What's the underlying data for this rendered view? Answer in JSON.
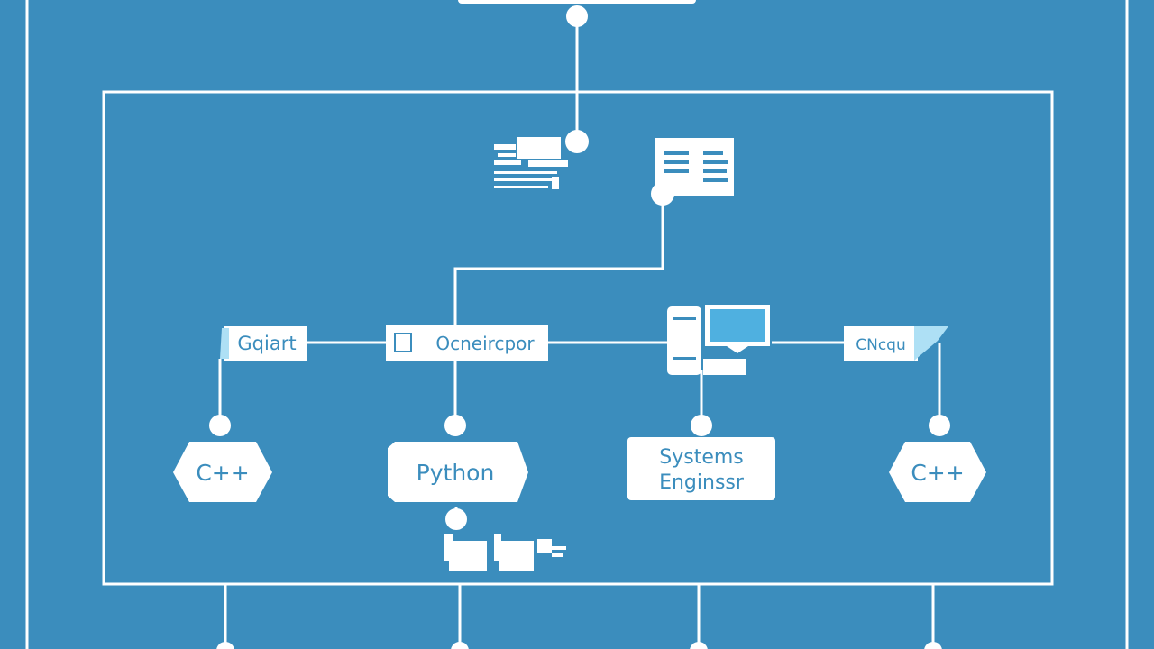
{
  "colors": {
    "background": "#3b8dbd",
    "line": "#ffffff",
    "box_fill": "#ffffff",
    "box_text": "#3b8dbd",
    "screen_fill": "#4fb0e0"
  },
  "labels": {
    "label_left": "Gqiart",
    "label_center": "Ocneircpor",
    "label_right": "CNcqu"
  },
  "nodes": {
    "cpp_left": "C++",
    "python": "Python",
    "systems_line1": "Systems",
    "systems_line2": "Enginssr",
    "cpp_right": "C++"
  },
  "icons": [
    "laptop-stack-icon",
    "document-window-icon",
    "computer-workstation-icon",
    "chair-desk-icon"
  ]
}
